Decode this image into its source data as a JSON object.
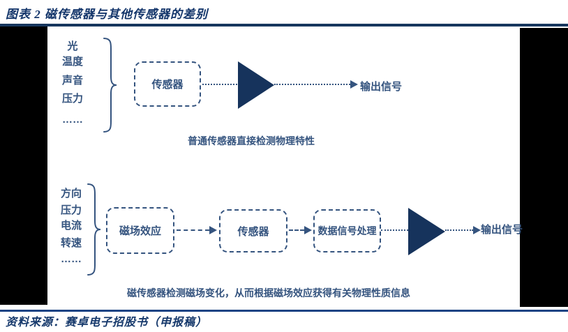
{
  "title": "图表 2  磁传感器与其他传感器的差别",
  "source": "资料来源：赛卓电子招股书（申报稿）",
  "colors": {
    "title_navy": "#14366B",
    "rule_navy": "#17375E",
    "footer_rule_navy": "#1A4384",
    "diagram_blue": "#35547F",
    "triangle_navy": "#16335C",
    "side_margin_black": "#000000"
  },
  "diagram1": {
    "inputs": [
      "光",
      "温度",
      "声音",
      "压力",
      "……"
    ],
    "sensor_box": "传感器",
    "output": "输出信号",
    "caption": "普通传感器直接检测物理特性"
  },
  "diagram2": {
    "inputs": [
      "方向",
      "压力",
      "电流",
      "转速",
      "……"
    ],
    "box1": "磁场效应",
    "box2": "传感器",
    "box3": "数据信号处理",
    "output": "输出信号",
    "caption": "磁传感器检测磁场变化，从而根据磁场效应获得有关物理性质信息"
  }
}
